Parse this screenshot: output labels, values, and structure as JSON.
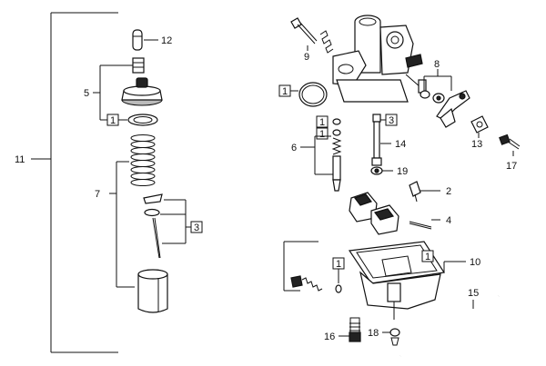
{
  "callouts": {
    "n1": "1",
    "n2": "2",
    "n3": "3",
    "n4": "4",
    "n5": "5",
    "n6": "6",
    "n7": "7",
    "n8": "8",
    "n9": "9",
    "n10": "10",
    "n11": "11",
    "n12": "12",
    "n13": "13",
    "n14": "14",
    "n15": "15",
    "n16": "16",
    "n17": "17",
    "n18": "18",
    "n19": "19"
  }
}
